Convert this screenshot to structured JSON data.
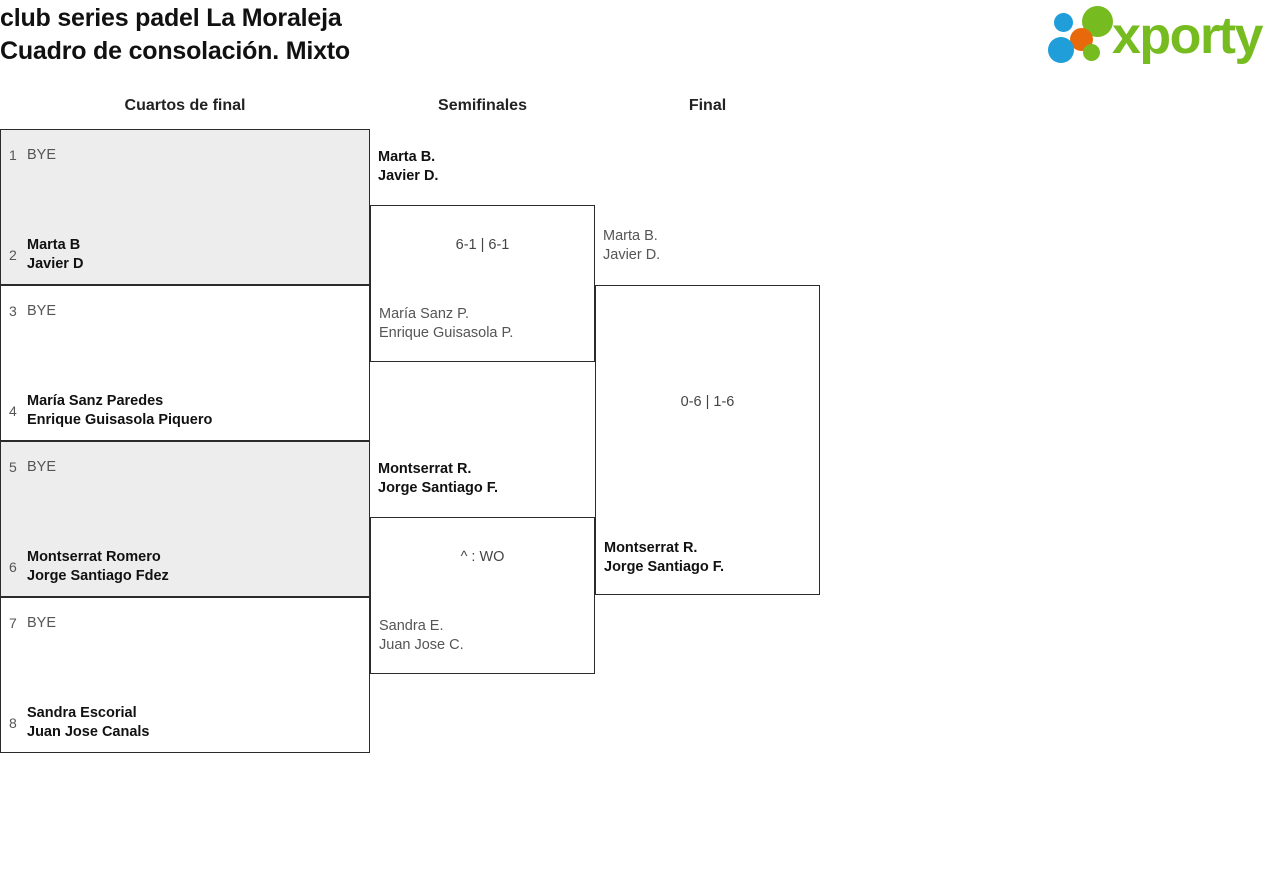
{
  "header": {
    "title_line1": "club series padel La Moraleja",
    "title_line2": "Cuadro de consolación. Mixto",
    "logo_text": "xporty",
    "logo_colors": {
      "green": "#76bc21",
      "blue": "#1f9ed9",
      "orange": "#e8690b"
    }
  },
  "rounds": [
    {
      "label": "Cuartos de final"
    },
    {
      "label": "Semifinales"
    },
    {
      "label": "Final"
    }
  ],
  "bracket": {
    "quarterfinals": [
      {
        "shaded": true,
        "top": {
          "seed": "1",
          "line1": "BYE",
          "line2": "",
          "state": "bye"
        },
        "bottom": {
          "seed": "2",
          "line1": "Marta B",
          "line2": "Javier D",
          "state": "win"
        }
      },
      {
        "shaded": false,
        "top": {
          "seed": "3",
          "line1": "BYE",
          "line2": "",
          "state": "bye"
        },
        "bottom": {
          "seed": "4",
          "line1": "María Sanz Paredes",
          "line2": "Enrique Guisasola Piquero",
          "state": "win"
        }
      },
      {
        "shaded": true,
        "top": {
          "seed": "5",
          "line1": "BYE",
          "line2": "",
          "state": "bye"
        },
        "bottom": {
          "seed": "6",
          "line1": "Montserrat Romero",
          "line2": "Jorge Santiago Fdez",
          "state": "win"
        }
      },
      {
        "shaded": false,
        "top": {
          "seed": "7",
          "line1": "BYE",
          "line2": "",
          "state": "bye"
        },
        "bottom": {
          "seed": "8",
          "line1": "Sandra Escorial",
          "line2": "Juan Jose Canals",
          "state": "win"
        }
      }
    ],
    "semifinals": [
      {
        "score": "6-1 | 6-1",
        "top": {
          "line1": "Marta B.",
          "line2": "Javier D.",
          "state": "win"
        },
        "bottom": {
          "line1": "María Sanz P.",
          "line2": "Enrique Guisasola P.",
          "state": "lose"
        }
      },
      {
        "score": "^ : WO",
        "top": {
          "line1": "Montserrat R.",
          "line2": "Jorge Santiago F.",
          "state": "win"
        },
        "bottom": {
          "line1": "Sandra E.",
          "line2": "Juan Jose C.",
          "state": "lose"
        }
      }
    ],
    "final": {
      "score": "0-6 | 1-6",
      "top": {
        "line1": "Marta B.",
        "line2": "Javier D.",
        "state": "lose"
      },
      "bottom": {
        "line1": "Montserrat R.",
        "line2": "Jorge Santiago F.",
        "state": "win"
      }
    }
  }
}
